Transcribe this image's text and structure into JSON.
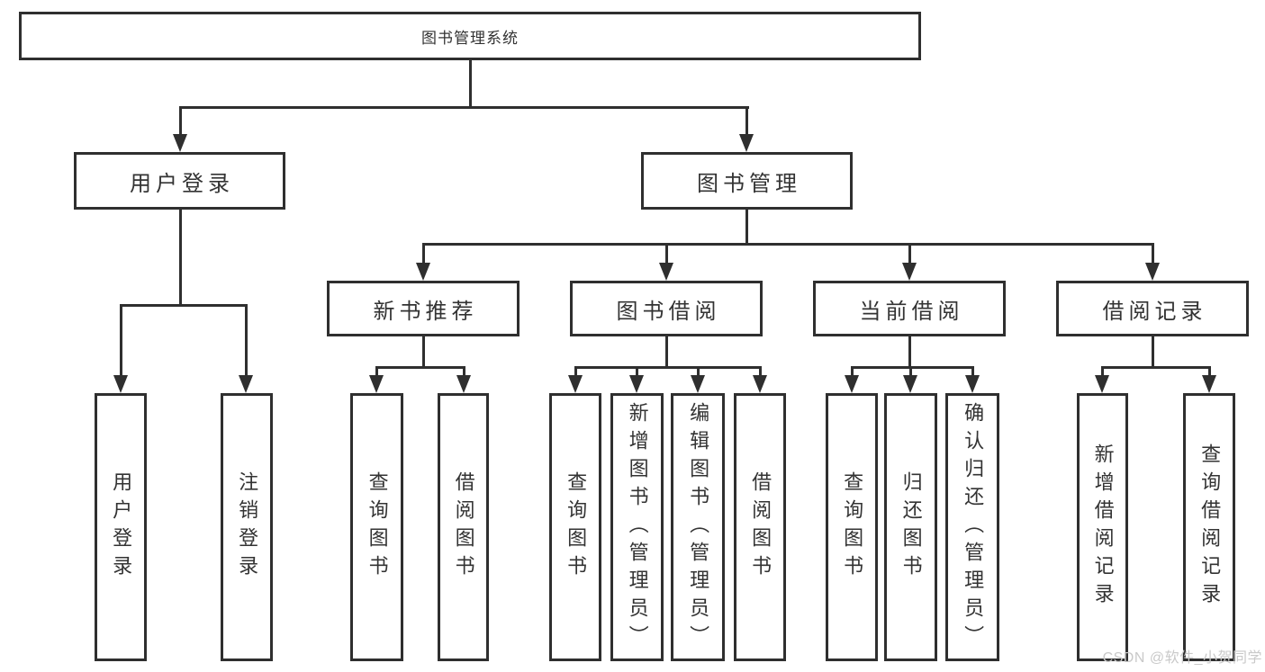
{
  "title": "图书管理系统",
  "level2": {
    "user_login": "用户登录",
    "book_mgmt": "图书管理"
  },
  "level3": [
    "新书推荐",
    "图书借阅",
    "当前借阅",
    "借阅记录"
  ],
  "leaves": {
    "user_login": [
      "用户登录",
      "注销登录"
    ],
    "new_book": [
      "查询图书",
      "借阅图书"
    ],
    "borrow": [
      "查询图书",
      "新增图书（管理员）",
      "编辑图书（管理员）",
      "借阅图书"
    ],
    "current": [
      "查询图书",
      "归还图书",
      "确认归还（管理员）"
    ],
    "records": [
      "新增借阅记录",
      "查询借阅记录"
    ]
  },
  "watermark": "CSDN @软件_小贺同学",
  "colors": {
    "line": "#2f2f2f",
    "text": "#333333",
    "watermark": "#c9c9c9",
    "background": "#ffffff"
  }
}
